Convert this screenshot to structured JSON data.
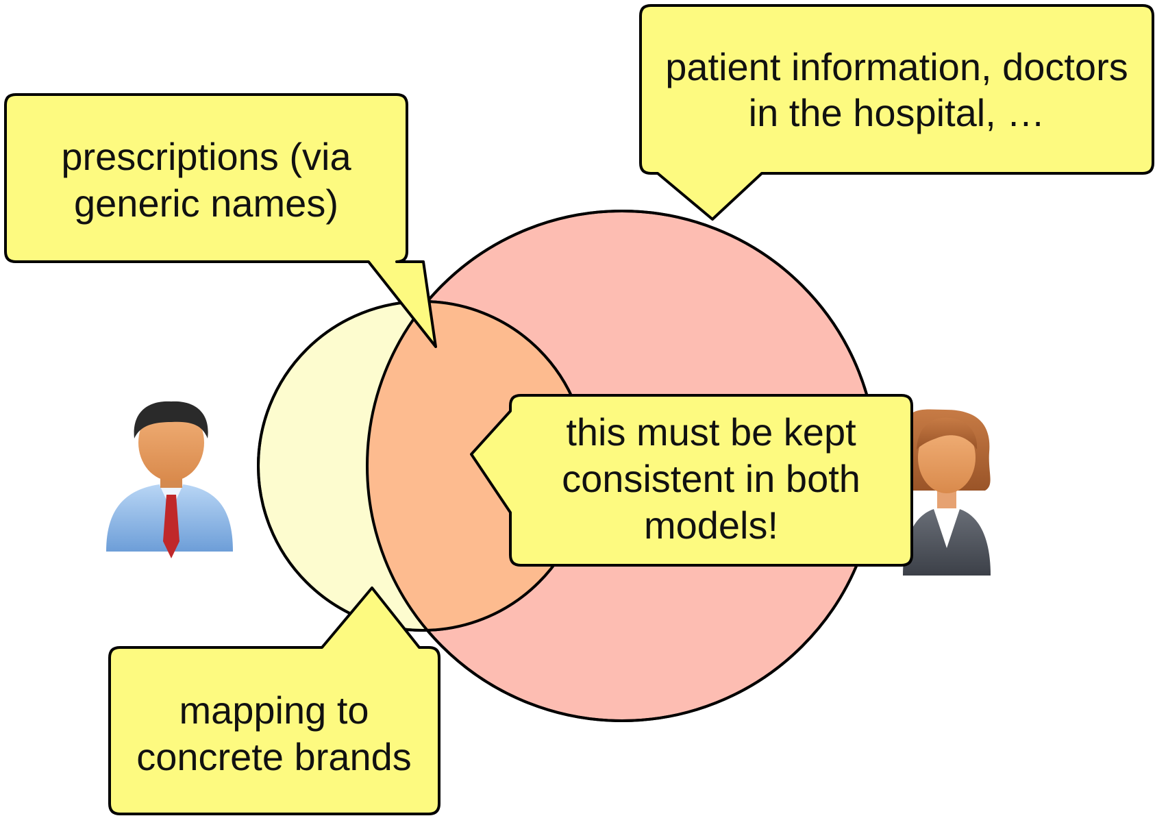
{
  "colors": {
    "background": "#ffffff",
    "callout_fill": "#fdfa80",
    "outline": "#000000",
    "large_circle_fill": "#fdbdb2",
    "small_circle_fill": "#fdfccf",
    "overlap_fill": "#fdbb8f"
  },
  "callouts": {
    "top_right": {
      "line1": "patient information, doctors",
      "line2": "in the hospital, …"
    },
    "top_left": {
      "line1": "prescriptions (via",
      "line2": "generic names)"
    },
    "center": {
      "line1": "this must be kept",
      "line2": "consistent in both",
      "line3": "models!"
    },
    "bottom": {
      "line1": "mapping to",
      "line2": "concrete brands"
    }
  },
  "icons": {
    "left_person": "male-user-icon",
    "right_person": "female-user-icon"
  }
}
